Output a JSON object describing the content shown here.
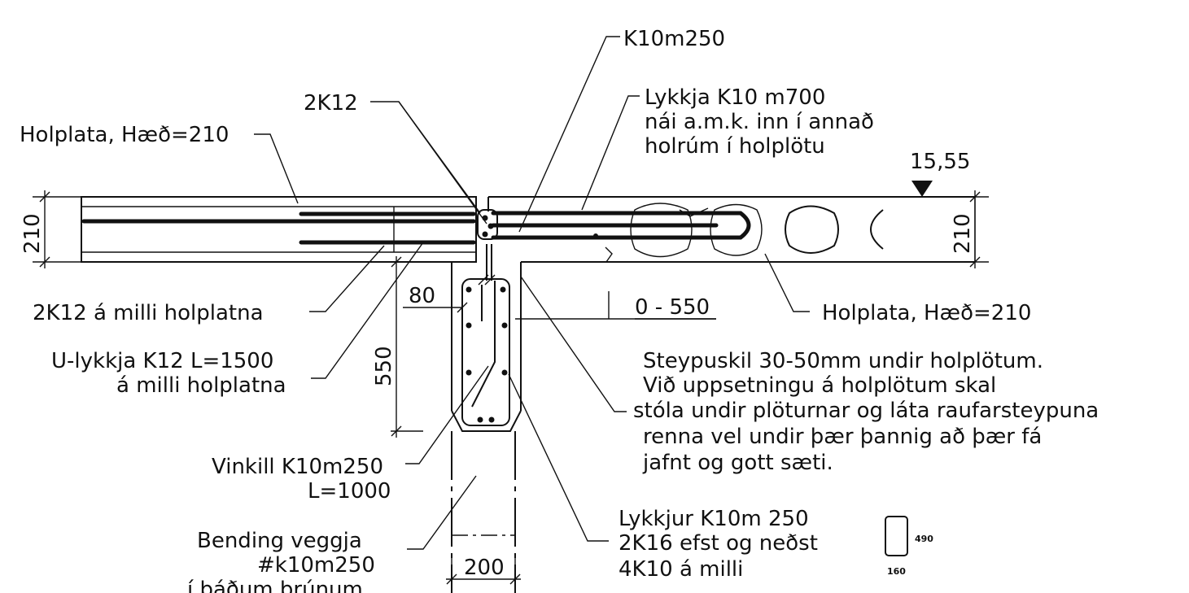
{
  "labels": {
    "k10m250_top": "K10m250",
    "k12_2": "2K12",
    "lykkja_1": "Lykkja K10 m700",
    "lykkja_2": "nái a.m.k. inn í annað",
    "lykkja_3": "holrúm í holplötu",
    "holplata_left": "Holplata, Hæð=210",
    "elevation": "15,55",
    "dim_210_left": "210",
    "dim_210_right": "210",
    "k12_between": "2K12 á milli holplatna",
    "dim_80": "80",
    "dim_0_550": "0 - 550",
    "holplata_right": "Holplata, Hæð=210",
    "u_lykkja_1": "U-lykkja K12 L=1500",
    "u_lykkja_2": "á milli holplatna",
    "dim_550": "550",
    "steypuskil_1": "Steypuskil 30-50mm undir holplötum.",
    "steypuskil_2": "Við uppsetningu á holplötum skal",
    "steypuskil_3": "stóla undir plöturnar og láta raufarsteypuna",
    "steypuskil_4": "renna vel undir þær þannig að þær fá",
    "steypuskil_5": "jafnt og gott sæti.",
    "vinkill_1": "Vinkill K10m250",
    "vinkill_2": "L=1000",
    "bending_1": "Bending veggja",
    "bending_2": "#k10m250",
    "bending_3": "í báðum brúnum",
    "dim_200": "200",
    "lykkjur_1": "Lykkjur K10m 250",
    "lykkjur_2": "2K16 efst og neðst",
    "lykkjur_3": "4K10 á milli",
    "stirrup_h": "490",
    "stirrup_w": "160"
  }
}
